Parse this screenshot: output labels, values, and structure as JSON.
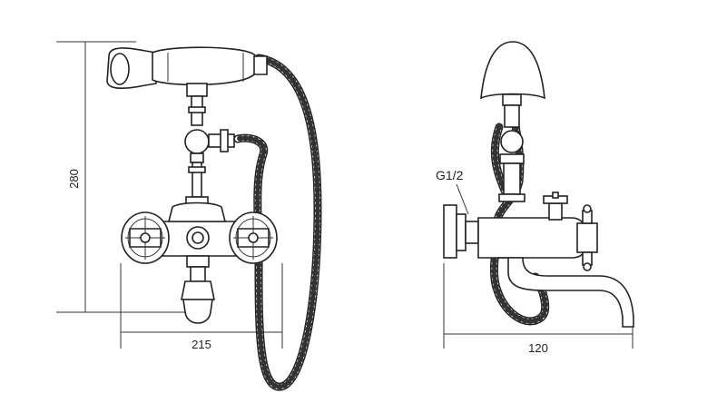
{
  "dimensions": {
    "height": "280",
    "front_width": "215",
    "side_depth": "120"
  },
  "callouts": {
    "thread": "G1/2"
  },
  "colors": {
    "line": "#222222",
    "background": "#ffffff"
  }
}
